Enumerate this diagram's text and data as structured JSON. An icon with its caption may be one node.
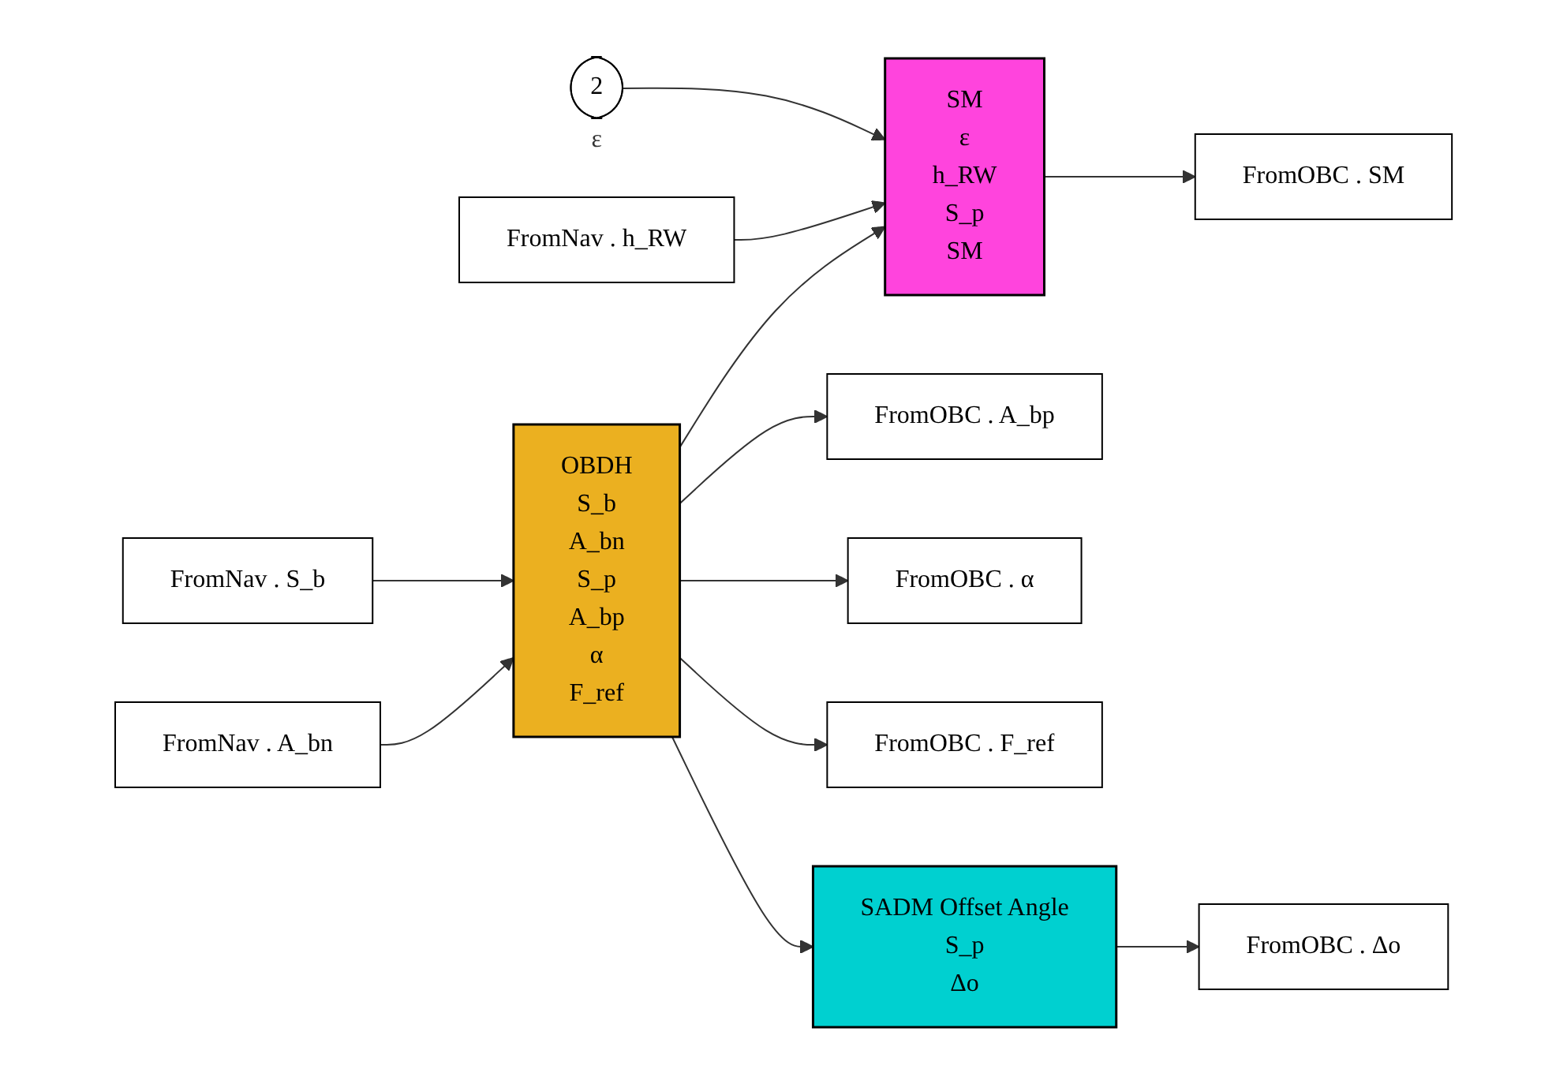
{
  "diagram": {
    "nodes": [
      {
        "text": [
          "2"
        ],
        "beside": [
          "ε"
        ]
      },
      {
        "text": [
          "FromNav . h_RW"
        ]
      },
      {
        "text": [
          "SM",
          "ε",
          "h_RW",
          "S_p",
          "SM"
        ]
      },
      {
        "text": [
          "FromNav . S_b"
        ]
      },
      {
        "text": [
          "OBDH",
          "S_b",
          "A_bn",
          "S_p",
          "A_bp",
          "α",
          "F_ref"
        ]
      },
      {
        "text": [
          "FromNav . A_bn"
        ]
      },
      {
        "text": [
          "FromOBC . SM"
        ]
      },
      {
        "text": [
          "FromOBC . A_bp"
        ]
      },
      {
        "text": [
          "FromOBC . α"
        ]
      },
      {
        "text": [
          "FromOBC . F_ref"
        ]
      },
      {
        "text": [
          "SADM Offset Angle",
          "S_p",
          "Δo"
        ]
      },
      {
        "text": [
          "FromOBC . Δo"
        ]
      }
    ],
    "edges": [
      {
        "from": 0,
        "to": 2,
        "arrow": "to"
      },
      {
        "from": 1,
        "to": 2,
        "arrow": "to"
      },
      {
        "from": 3,
        "to": 4,
        "arrow": "to"
      },
      {
        "from": 5,
        "to": 4,
        "arrow": "to"
      },
      {
        "from": 4,
        "to": 2,
        "arrow": "to"
      },
      {
        "from": 4,
        "to": 10,
        "arrow": "to"
      },
      {
        "from": 4,
        "to": 7,
        "arrow": "to"
      },
      {
        "from": 4,
        "to": 8,
        "arrow": "to"
      },
      {
        "from": 4,
        "to": 9,
        "arrow": "to"
      },
      {
        "from": 2,
        "to": 6,
        "arrow": "to"
      },
      {
        "from": 10,
        "to": 11,
        "arrow": "to"
      }
    ]
  }
}
